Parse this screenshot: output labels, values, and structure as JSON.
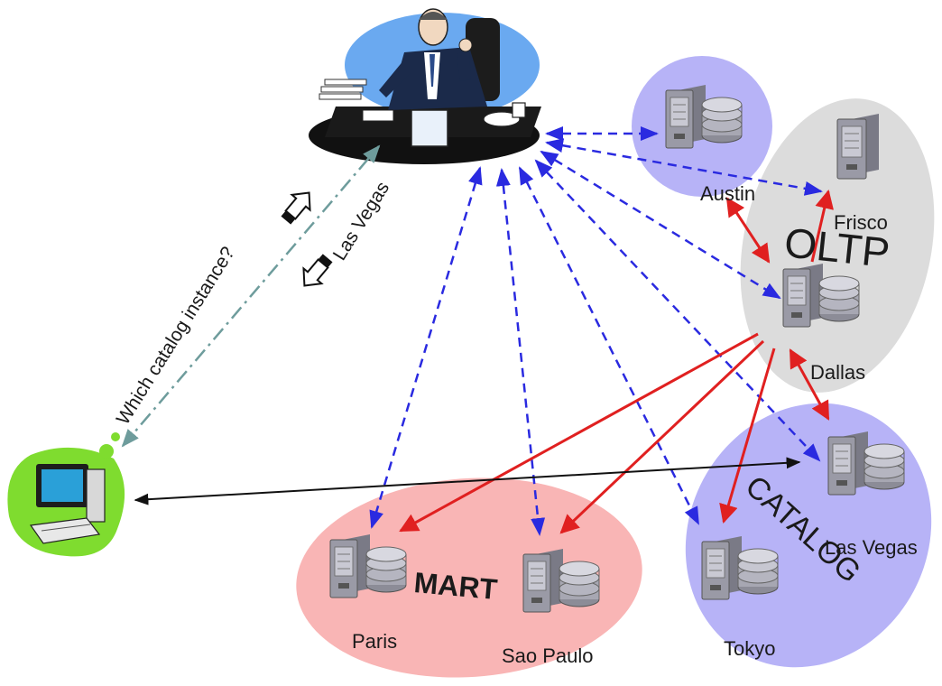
{
  "groups": {
    "oltp": "OLTP",
    "mart": "MART",
    "catalog": "CATALOG"
  },
  "servers": {
    "austin": "Austin",
    "frisco": "Frisco",
    "dallas": "Dallas",
    "las_vegas": "Las Vegas",
    "tokyo": "Tokyo",
    "paris": "Paris",
    "sao_paulo": "Sao Paulo"
  },
  "messages": {
    "query": "Which catalog instance?",
    "reply": "Las Vegas"
  },
  "colors": {
    "oltp_fill": "#dcdcdc",
    "catalog_fill": "#b7b3f7",
    "mart_fill": "#f9b5b5",
    "client_blob": "#7fdc2f",
    "manager_ellipse": "#6aa9f0",
    "blue_link": "#2a2ae0",
    "red_link": "#e02020",
    "dashdot_link": "#6e9c9c"
  },
  "icons": {
    "manager": "businessman-at-desk-icon",
    "client": "desktop-computer-icon",
    "server": "database-server-icon",
    "envelope": "message-envelope-icon"
  }
}
